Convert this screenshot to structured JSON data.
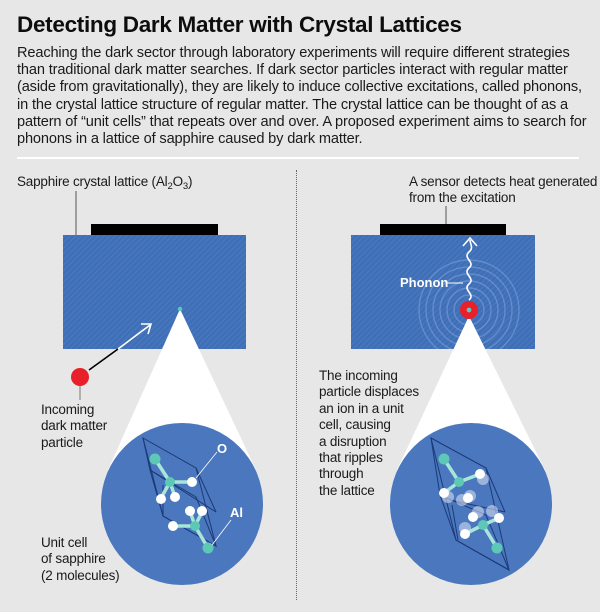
{
  "title": "Detecting Dark Matter with Crystal Lattices",
  "intro": "Reaching the dark sector through laboratory experiments will require different strategies than traditional dark matter searches. If dark sector particles interact with regular matter (aside from gravitationally), they are likely to induce collective excitations, called phonons, in the crystal lattice structure of regular matter. The crystal lattice can be thought of as a pattern of “unit cells” that repeats over and over. A proposed experiment aims to search for phonons in a lattice of sapphire caused by dark matter.",
  "left_panel": {
    "lattice_label_prefix": "Sapphire crystal lattice (Al",
    "lattice_label_sub1": "2",
    "lattice_label_mid": "O",
    "lattice_label_sub2": "3",
    "lattice_label_suffix": ")",
    "particle_label": [
      "Incoming",
      "dark matter",
      "particle"
    ],
    "unit_cell_label": [
      "Unit cell",
      "of sapphire",
      "(2 molecules)"
    ],
    "atom_labels": {
      "oxygen": "O",
      "aluminum": "Al"
    }
  },
  "right_panel": {
    "sensor_label": [
      "A sensor detects heat generated",
      "from the excitation"
    ],
    "phonon_label": "Phonon",
    "displacement_label": [
      "The incoming",
      "particle displaces",
      "an ion in a unit",
      "cell, causing",
      "a disruption",
      "that ripples",
      "through",
      "the lattice"
    ]
  },
  "colors": {
    "background": "#e6e7e6",
    "crystal_blue": "#3f6fb7",
    "circle_blue": "#4a77bd",
    "sensor": "#000000",
    "particle_red": "#e8202a",
    "aluminum_teal": "#5ec8b6",
    "oxygen_white": "#ffffff",
    "cell_edges": "#1c3a78"
  }
}
